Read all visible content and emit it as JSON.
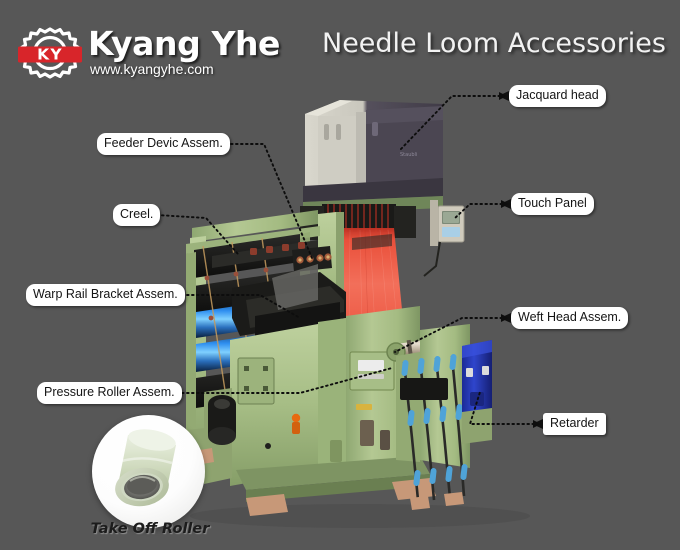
{
  "header": {
    "brand_name": "Kyang Yhe",
    "brand_url": "www.kyangyhe.com",
    "logo_text": "KY",
    "logo_icon": "gear-icon",
    "page_title": "Needle Loom Accessories",
    "logo_red": "#d8252a",
    "background": "#575757"
  },
  "callouts": [
    {
      "id": "jacquard-head",
      "label": "Jacquard head",
      "side": "right"
    },
    {
      "id": "touch-panel",
      "label": "Touch Panel",
      "side": "right"
    },
    {
      "id": "weft-head-assem",
      "label": "Weft Head Assem.",
      "side": "right"
    },
    {
      "id": "retarder",
      "label": "Retarder",
      "side": "right"
    },
    {
      "id": "feeder-devic-assem",
      "label": "Feeder Devic Assem.",
      "side": "left"
    },
    {
      "id": "creel",
      "label": "Creel.",
      "side": "left"
    },
    {
      "id": "warp-rail-bracket",
      "label": "Warp Rail Bracket Assem.",
      "side": "left"
    },
    {
      "id": "pressure-roller",
      "label": "Pressure Roller Assem.",
      "side": "left"
    }
  ],
  "inset": {
    "caption": "Take Off Roller",
    "image_name": "take-off-roller-photo"
  },
  "machine": {
    "image_name": "needle-loom-machine-photo",
    "body_color": "#a9bf8a",
    "jacquard_color": "#4a4550",
    "warp_color": "#f4503c",
    "retarder_color": "#2c3fb5"
  }
}
